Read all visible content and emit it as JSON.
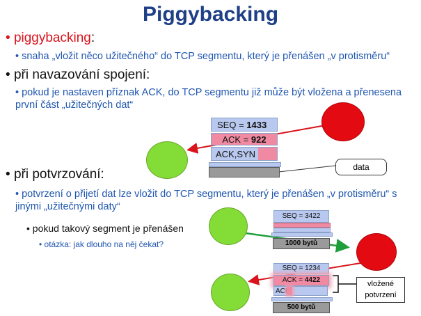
{
  "title": "Piggybacking",
  "section1": {
    "bullet": "•",
    "head": "piggybacking",
    "head_colon": ":",
    "sub": "snaha „vložit něco užitečného“ do TCP segmentu, který je přenášen „v protisměru“"
  },
  "section2": {
    "head": "při navazování spojení:",
    "sub": "pokud je nastaven příznak ACK, do TCP segmentu již může být vložena a přenesena první část „užitečných dat“"
  },
  "section3": {
    "head": "při potvrzování:",
    "sub": "potvrzení o přijetí dat lze vložit do TCP segmentu, který je přenášen „v protisměru“ s jinými „užitečnými daty“",
    "sub2": "pokud takový segment je přenášen",
    "sub3": "otázka: jak dlouho na něj čekat?"
  },
  "diagram1": {
    "seq_prefix": "SEQ = ",
    "seq_value": "1433",
    "ack_prefix": "ACK = ",
    "ack_value": "922",
    "flags": "ACK,SYN",
    "callout": "data"
  },
  "diagram2": {
    "seq": "SEQ = 3422",
    "data": "1000 bytů"
  },
  "diagram3": {
    "seq": "SEQ = 1234",
    "ack_prefix": "ACK = ",
    "ack_value": "4422",
    "ack_flag": "ACK",
    "data": "500 bytů",
    "label": "vložené potvrzení"
  },
  "colors": {
    "title": "#1f3f86",
    "accent_red": "#d8141c",
    "blue_text": "#1f56b0",
    "green_node": "#84dc37",
    "red_node": "#e40a12",
    "seq_fill": "#b9c8ee",
    "ack_fill": "#ef8aa2"
  }
}
